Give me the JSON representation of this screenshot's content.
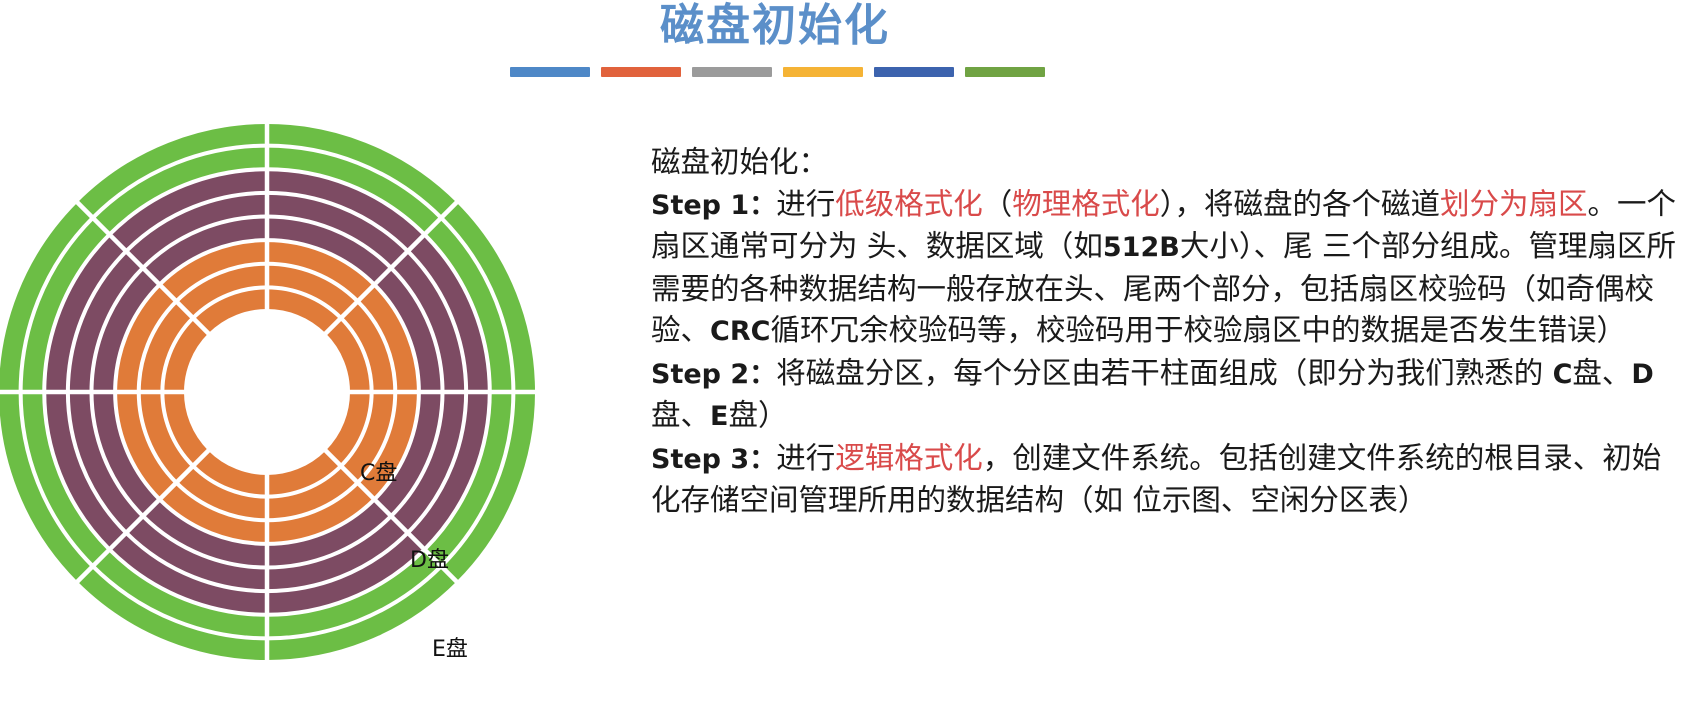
{
  "title": {
    "text": "磁盘初始化",
    "color": "#5B8FC9",
    "rule_colors": [
      "#4E88C7",
      "#E1623C",
      "#9B9B9B",
      "#F5B335",
      "#3C63AE",
      "#70A343"
    ]
  },
  "diagram": {
    "name": "disk-platter-partition-diagram",
    "background": "#FFFFFF",
    "separator_color": "#FFFFFF",
    "sector_count": 8,
    "partitions": [
      {
        "id": "c",
        "label": "C盘",
        "color": "#E07B39",
        "tracks": 3,
        "note": "innermost partition"
      },
      {
        "id": "d",
        "label": "D盘",
        "color": "#7D4B63",
        "tracks": 3,
        "note": "middle partition"
      },
      {
        "id": "e",
        "label": "E盘",
        "color": "#6CBE45",
        "tracks": 2,
        "note": "outermost partition"
      }
    ]
  },
  "content": {
    "heading": "磁盘初始化：",
    "steps": [
      {
        "tag": "Step 1：",
        "body_html": "进行<span class=\"hl\">低级格式化</span>（<span class=\"hl\">物理格式化</span>），将磁盘的各个磁道<span class=\"hl\">划分为扇区</span>。一个扇区通常可分为 头、数据区域（如<span class=\"sans-inline\">512B</span>大小）、尾 三个部分组成。管理扇区所需要的各种数据结构一般存放在头、尾两个部分，包括扇区校验码（如奇偶校验、<span class=\"sans-inline\">CRC</span>循环冗余校验码等，校验码用于校验扇区中的数据是否发生错误）"
      },
      {
        "tag": "Step 2：",
        "body_html": "将磁盘分区，每个分区由若干柱面组成（即分为我们熟悉的 <span class=\"sans-inline\">C</span>盘、<span class=\"sans-inline\">D</span>盘、<span class=\"sans-inline\">E</span>盘）"
      },
      {
        "tag": "Step 3：",
        "body_html": "进行<span class=\"hl\">逻辑格式化</span>，创建文件系统。包括创建文件系统的根目录、初始化存储空间管理所用的数据结构（如 位示图、空闲分区表）"
      }
    ]
  }
}
